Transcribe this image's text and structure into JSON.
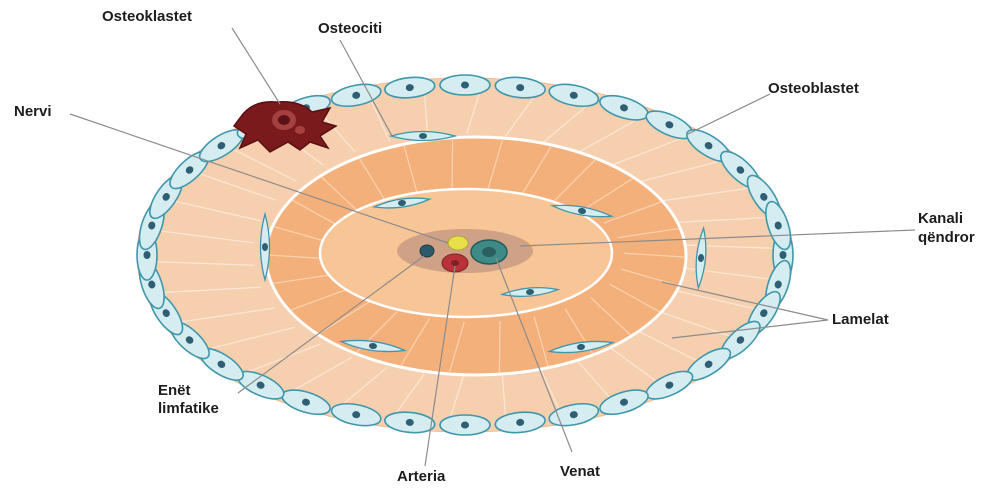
{
  "labels": {
    "osteoclasts": "Osteoklastet",
    "osteocytes": "Osteociti",
    "osteoblasts": "Osteoblastet",
    "nerve": "Nervi",
    "central_canal_line1": "Kanali",
    "central_canal_line2": "qëndror",
    "lamellae": "Lamelat",
    "lymph_line1": "Enët",
    "lymph_line2": "limfatike",
    "artery": "Arteria",
    "veins": "Venat"
  },
  "colors": {
    "outer_ring": "#f6cfae",
    "middle_ring": "#f4b07a",
    "inner_ring": "#f8c597",
    "canal": "#c89a83",
    "cell_fill": "#d5ecf1",
    "cell_edge": "#3e97ab",
    "cell_nucleus": "#2e5f74",
    "osteoclast": "#7a1a1d",
    "nerve": "#e8e04a",
    "artery": "#b8323a",
    "vein": "#2f7a79",
    "lymph": "#2d5a6a",
    "leader_line": "#8c8c8c"
  },
  "icons": {
    "osteoblast": "lens-cell-icon",
    "osteocyte": "spindle-cell-icon",
    "osteoclast": "multinucleated-cell-icon"
  }
}
